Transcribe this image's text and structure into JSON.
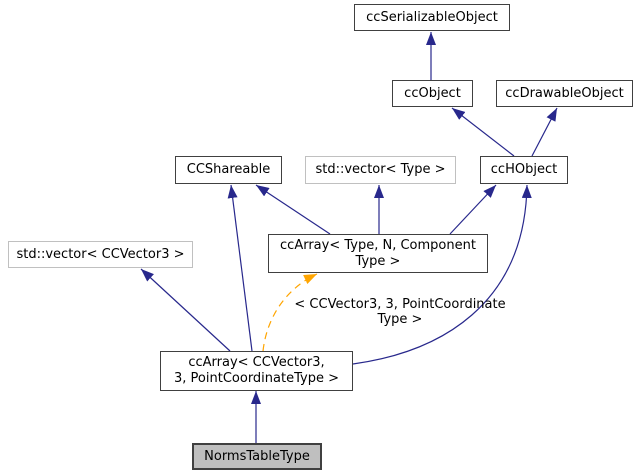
{
  "colors": {
    "inheritance_arrow": "#28288c",
    "template_arrow": "#ffa500",
    "node_border": "#404040",
    "external_node_border": "#c0c0c0",
    "highlight_fill": "#bfbfbf"
  },
  "nodes": {
    "cc_serializable_object": {
      "label": "ccSerializableObject"
    },
    "cc_object": {
      "label": "ccObject"
    },
    "cc_drawable_object": {
      "label": "ccDrawableObject"
    },
    "cc_shareable": {
      "label": "CCShareable"
    },
    "std_vector_type": {
      "label": "std::vector< Type >"
    },
    "cc_hobject": {
      "label": "ccHObject"
    },
    "cc_array_generic": {
      "line1": "ccArray< Type, N, Component",
      "line2": "Type >"
    },
    "std_vector_ccvector3": {
      "label": "std::vector< CCVector3 >"
    },
    "cc_array_specialized": {
      "line1": "ccArray< CCVector3,",
      "line2": "3, PointCoordinateType >"
    },
    "norms_table_type": {
      "label": "NormsTableType"
    }
  },
  "edge_label": {
    "line1": "< CCVector3, 3, PointCoordinate",
    "line2": "Type >"
  }
}
